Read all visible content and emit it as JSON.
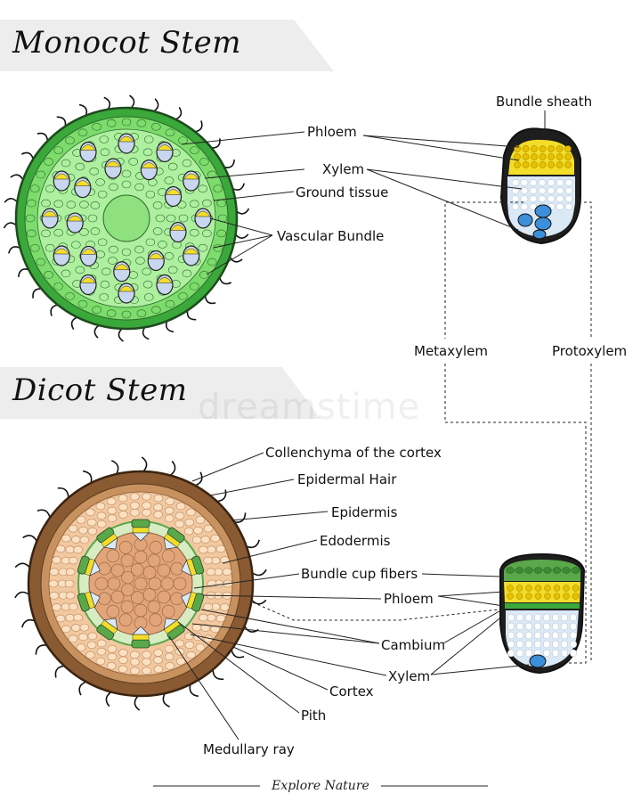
{
  "sections": {
    "monocot": {
      "title": "Monocot Stem",
      "labels": {
        "phloem": "Phloem",
        "xylem": "Xylem",
        "ground_tissue": "Ground tissue",
        "vascular_bundle": "Vascular Bundle",
        "bundle_sheath": "Bundle sheath",
        "metaxylem": "Metaxylem",
        "protoxylem": "Protoxylem"
      }
    },
    "dicot": {
      "title": "Dicot Stem",
      "labels": {
        "collenchyma": "Collenchyma of the cortex",
        "epidermal_hair": "Epidermal Hair",
        "epidermis": "Epidermis",
        "endodermis": "Edodermis",
        "bundle_cup_fibers": "Bundle cup fibers",
        "phloem": "Phloem",
        "cambium": "Cambium",
        "xylem": "Xylem",
        "cortex": "Cortex",
        "pith": "Pith",
        "medullary_ray": "Medullary ray"
      }
    }
  },
  "footer": "Explore Nature",
  "watermark": "dreamstime",
  "colors": {
    "monocot_outer": "#3aa83a",
    "monocot_inner": "#7ddc6c",
    "monocot_ground": "#aef0a0",
    "dicot_bark": "#8a5a33",
    "dicot_cortex": "#f2c8a0",
    "dicot_pith": "#e2a57a",
    "phloem_yellow": "#f3dd2a",
    "xylem_blue": "#3c8fd8",
    "bundle_green": "#5aa84a"
  }
}
